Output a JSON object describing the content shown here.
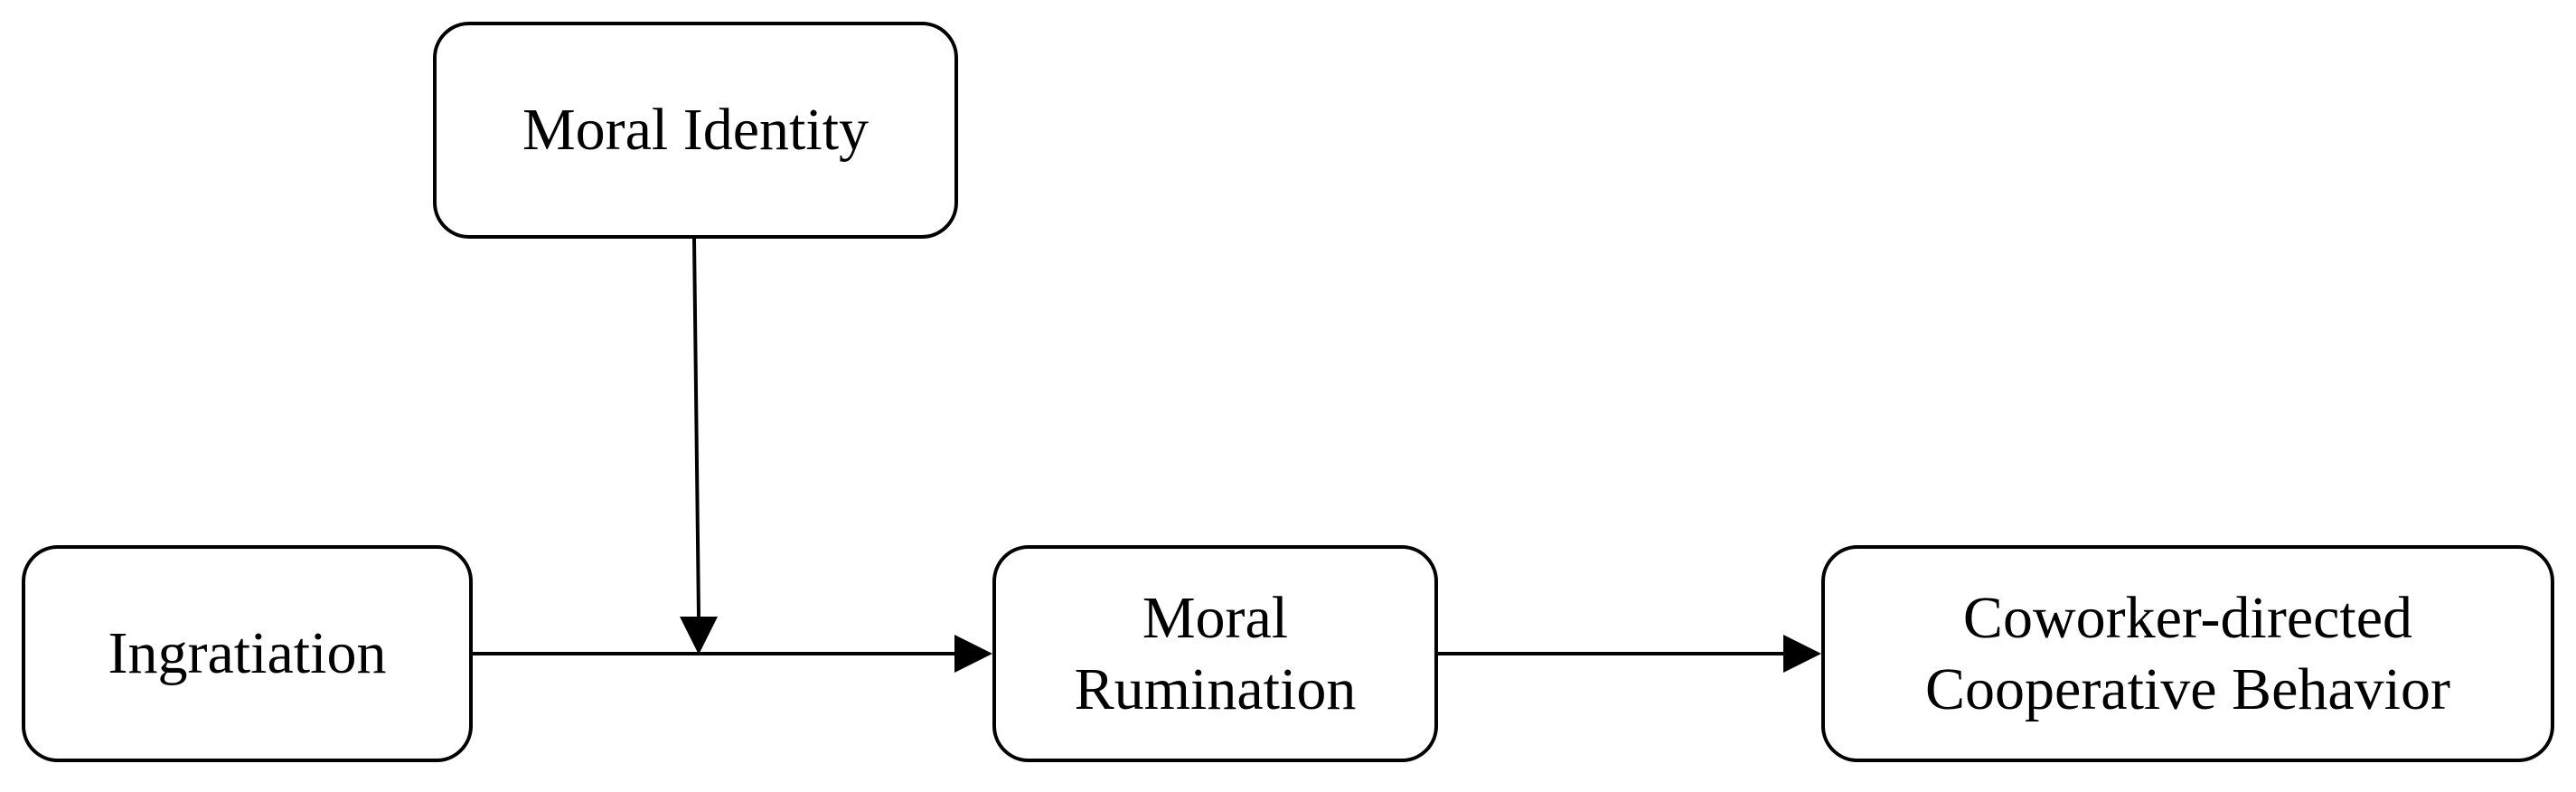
{
  "diagram": {
    "nodes": {
      "moral_identity": {
        "line1": "Moral Identity"
      },
      "ingratiation": {
        "line1": "Ingratiation"
      },
      "moral_rumination": {
        "line1": "Moral",
        "line2": "Rumination"
      },
      "cooperative_behavior": {
        "line1": "Coworker-directed",
        "line2": "Cooperative Behavior"
      }
    },
    "edges": [
      {
        "from": "ingratiation",
        "to": "moral_rumination",
        "type": "arrow"
      },
      {
        "from": "moral_rumination",
        "to": "cooperative_behavior",
        "type": "arrow"
      },
      {
        "from": "moral_identity",
        "to": "ingratiation-moral_rumination path",
        "type": "moderation-arrow"
      }
    ],
    "colors": {
      "stroke": "#000000",
      "fill": "#ffffff",
      "text": "#000000"
    }
  }
}
